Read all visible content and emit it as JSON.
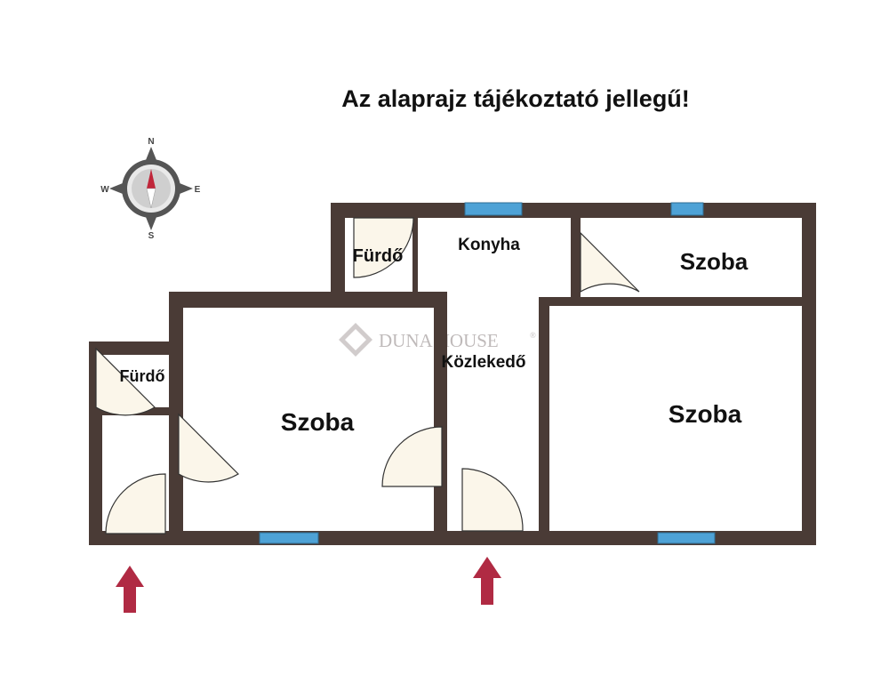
{
  "title": "Az alaprajz tájékoztató jellegű!",
  "compass": {
    "n": "N",
    "s": "S",
    "e": "E",
    "w": "W"
  },
  "rooms": {
    "bath_top": "Fürdő",
    "kitchen": "Konyha",
    "room_top_right": "Szoba",
    "bath_left": "Fürdő",
    "room_center": "Szoba",
    "corridor": "Közlekedő",
    "room_right": "Szoba"
  },
  "watermark": {
    "text": "DUNA HOUSE",
    "mark": "®"
  },
  "colors": {
    "wall": "#4a3b36",
    "window": "#4ea2d6",
    "door_fill": "#fbf6ea",
    "arrow": "#b02a43"
  }
}
